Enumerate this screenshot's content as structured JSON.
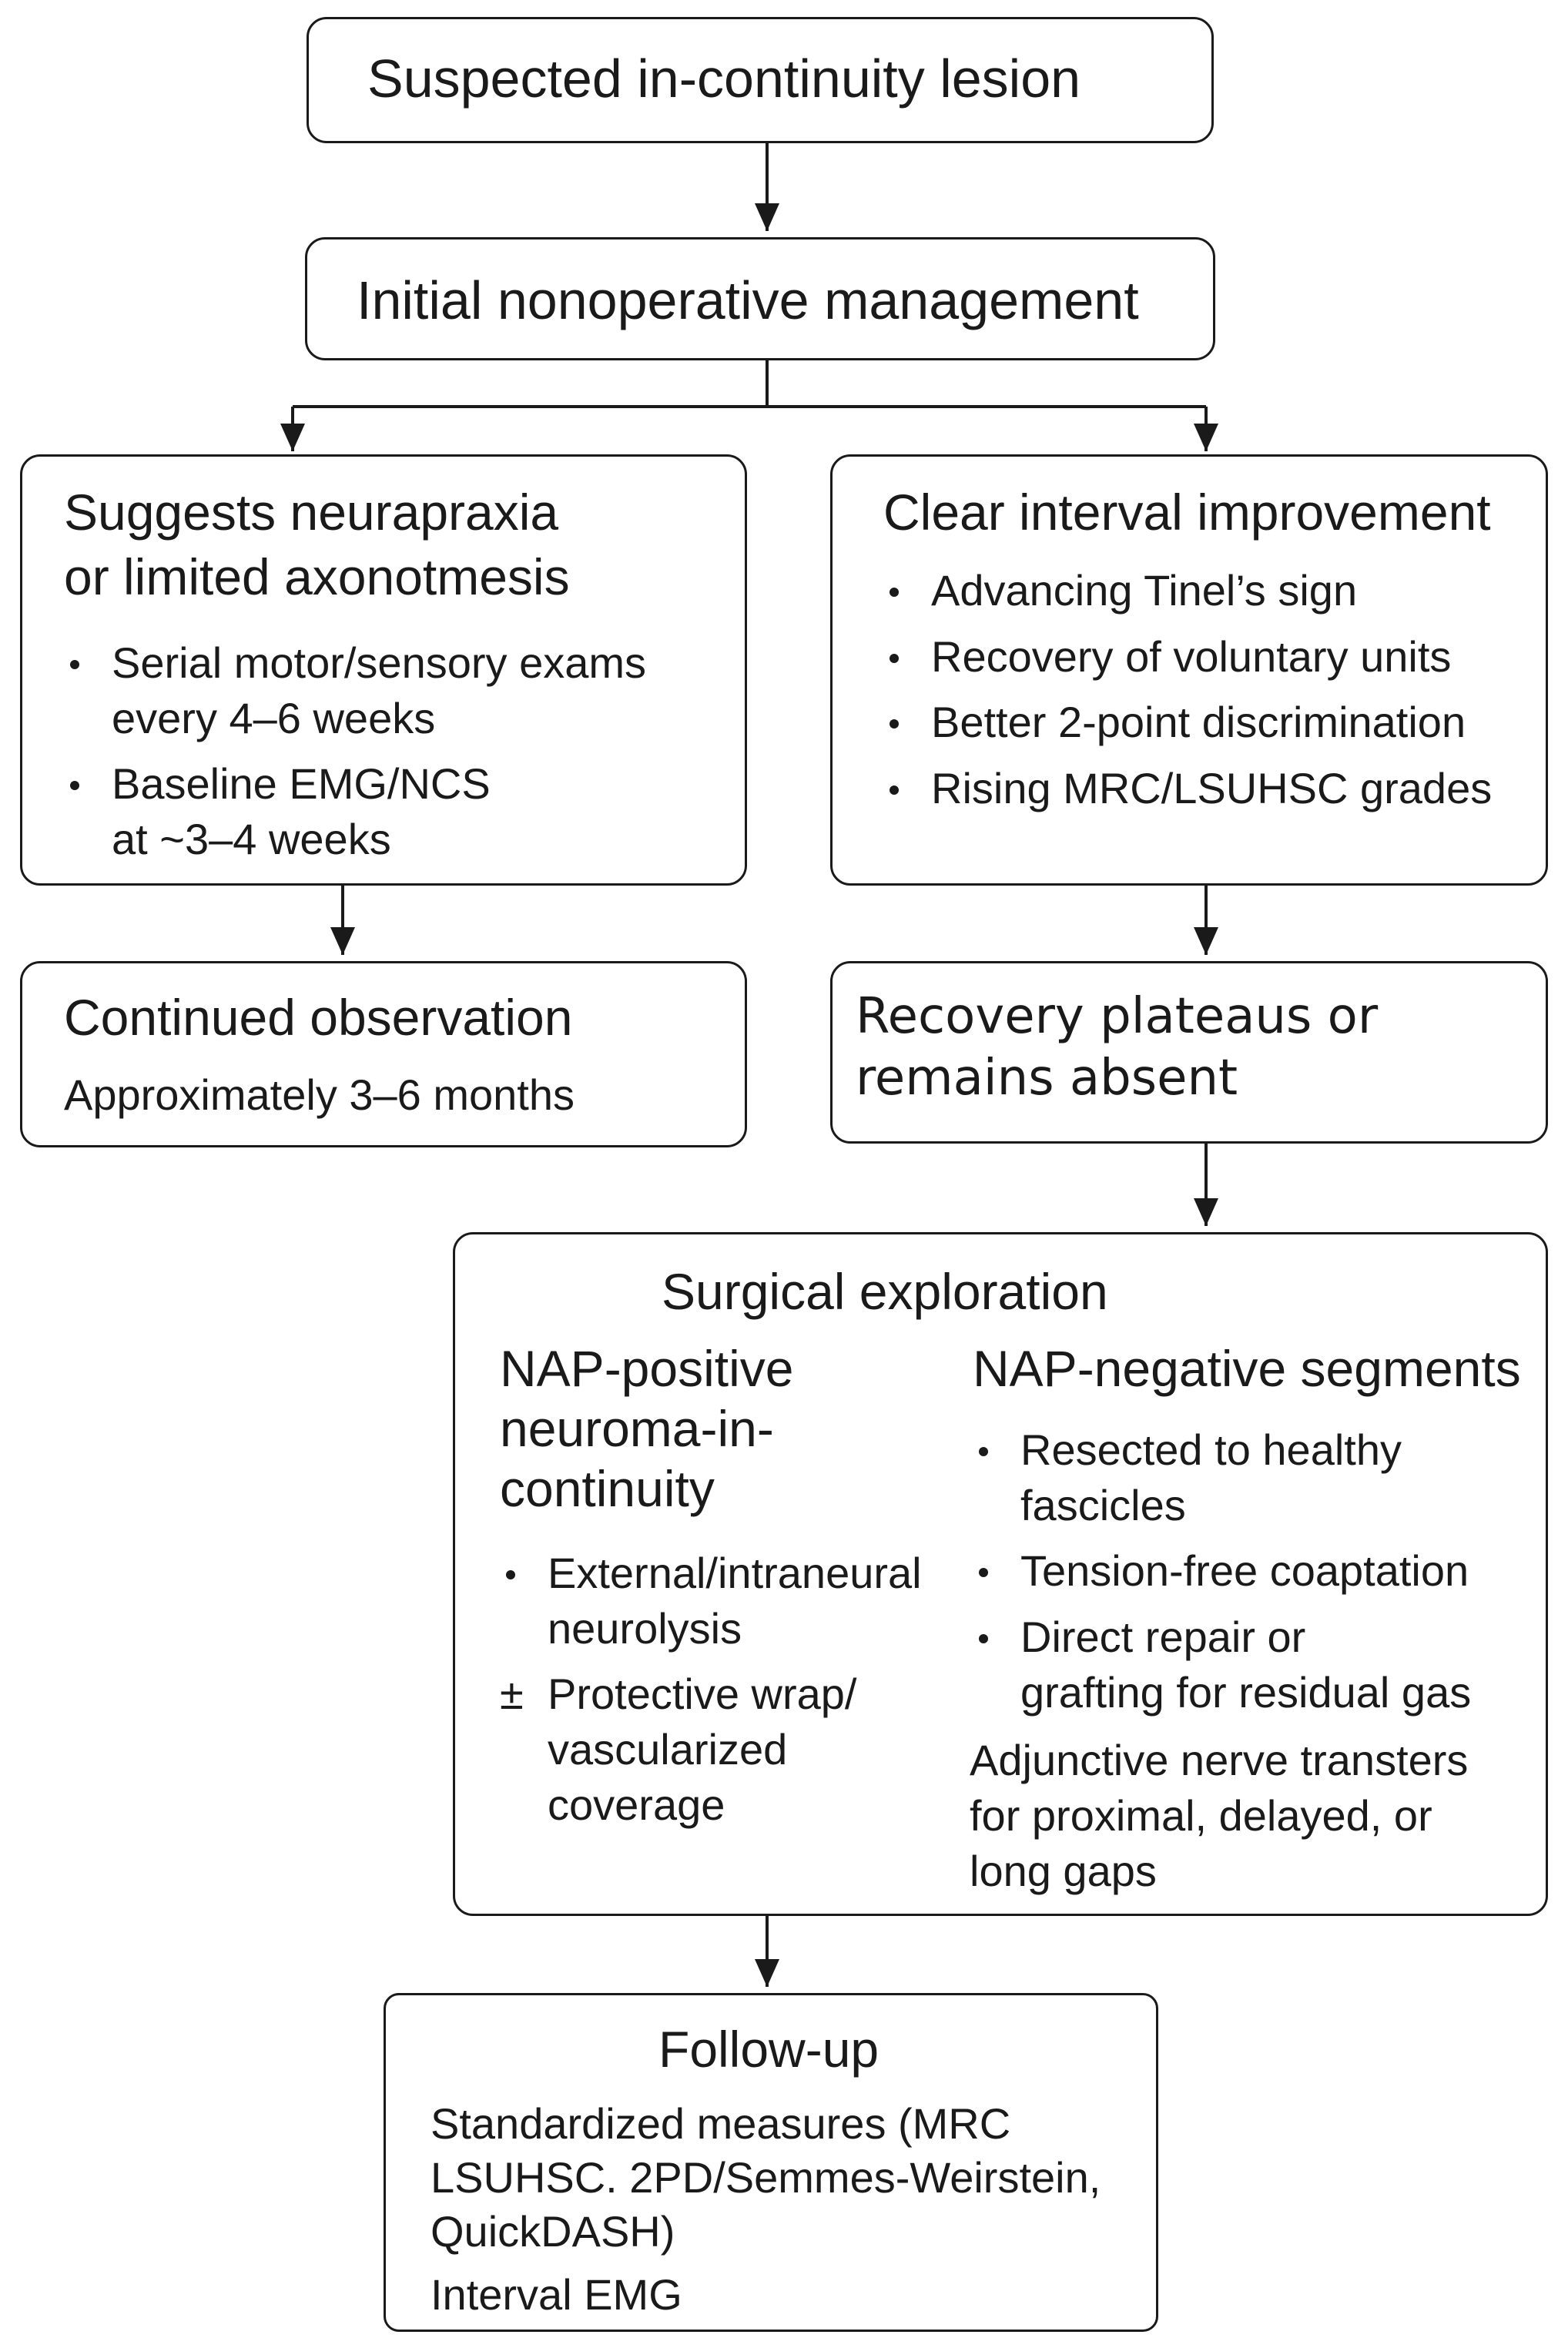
{
  "nodes": {
    "suspected": {
      "title": "Suspected in-continuity lesion"
    },
    "initial": {
      "title": "Initial nonoperative management"
    },
    "neurapraxia": {
      "title_lines": [
        "Suggests neurapraxia",
        "or limited axonotmesis"
      ],
      "bullets": [
        [
          "Serial motor/sensory exams",
          "every 4–6 weeks"
        ],
        [
          "Baseline EMG/NCS",
          "at ~3–4 weeks"
        ]
      ]
    },
    "improvement": {
      "title": "Clear interval improvement",
      "bullets": [
        "Advancing Tinel’s sign",
        "Recovery of voluntary units",
        "Better 2-point discrimination",
        "Rising MRC/LSUHSC grades"
      ]
    },
    "observation": {
      "title": "Continued observation",
      "detail": "Approximately 3–6 months"
    },
    "plateau": {
      "title_lines": [
        "Recovery plateaus or",
        "remains absent"
      ]
    },
    "surgical": {
      "title": "Surgical exploration",
      "left": {
        "heading_lines": [
          "NAP-positive",
          "neuroma-in-",
          "continuity"
        ],
        "items": [
          {
            "marker": "•",
            "lines": [
              "External/intraneural",
              "neurolysis"
            ]
          },
          {
            "marker": "±",
            "lines": [
              "Protective wrap/",
              "vascularized",
              "coverage"
            ]
          }
        ]
      },
      "right": {
        "heading": "NAP-negative segments",
        "items": [
          [
            "Resected to healthy",
            "fascicles"
          ],
          [
            "Tension-free coaptation"
          ],
          [
            "Direct repair or",
            "grafting for residual  gas"
          ]
        ],
        "note_lines": [
          "Adjunctive nerve transters",
          "for proximal, delayed, or",
          "long gaps"
        ]
      }
    },
    "followup": {
      "title": "Follow-up",
      "measures_lines": [
        "Standardized measures (MRC",
        "LSUHSC. 2PD/Semmes-Weirstein,",
        "QuickDASH)"
      ],
      "interval": "Interval EMG"
    }
  },
  "colors": {
    "stroke": "#1a1a1a",
    "background": "#ffffff"
  }
}
